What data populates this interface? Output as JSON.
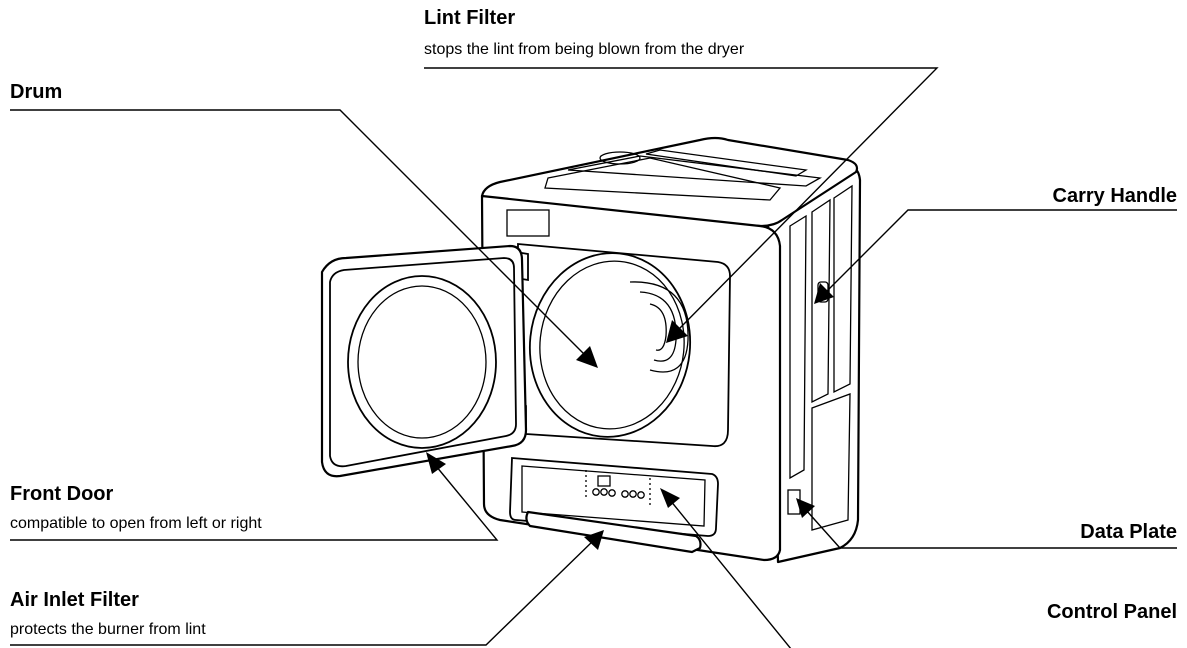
{
  "callouts": {
    "lint_filter": {
      "title": "Lint Filter",
      "desc": "stops the lint from being blown from the dryer"
    },
    "drum": {
      "title": "Drum"
    },
    "carry_handle": {
      "title": "Carry Handle"
    },
    "front_door": {
      "title": "Front Door",
      "desc": "compatible to open from left or right"
    },
    "data_plate": {
      "title": "Data Plate"
    },
    "air_inlet": {
      "title": "Air Inlet Filter",
      "desc": "protects the burner from lint"
    },
    "control_panel": {
      "title": "Control Panel"
    }
  }
}
